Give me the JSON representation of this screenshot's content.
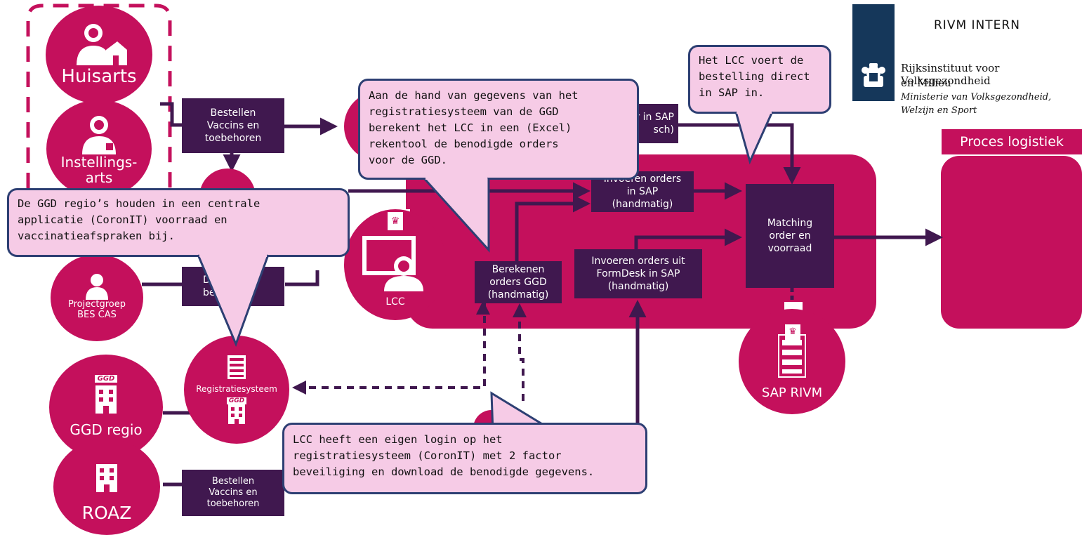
{
  "header": {
    "classification": "RIVM INTERN",
    "org_line1": "Rijksinstituut voor Volksgezondheid",
    "org_line2": "en Milieu",
    "ministry_line1": "Ministerie van Volksgezondheid,",
    "ministry_line2": "Welzijn en Sport"
  },
  "section_title": "Proces logistiek",
  "actors": {
    "huisarts": "Huisarts",
    "instellingsarts": "Instellings-\narts",
    "projectgroep": "Projectgroep\nBES CAS",
    "ggd_regio": "GGD regio",
    "roaz": "ROAZ",
    "registratiesysteem": "Registratiesysteem",
    "lcc": "LCC",
    "sap_rivm": "SAP RIVM",
    "ggd_badge": "GGD"
  },
  "process_boxes": {
    "bestellen_top": "Bestellen\nVaccins en\ntoebehoren",
    "bestellen_bottom": "Bestellen\nVaccins en\ntoebehoren",
    "invoeren_sap": "Invoeren orders\nin SAP\n(handmatig)",
    "sap_partial": "r in SAP\nsch)",
    "matching": "Matching\norder en\nvoorraad",
    "berekenen": "Berekenen\norders GGD\n(handmatig)",
    "formdesk": "Invoeren orders uit\nFormDesk in SAP\n(handmatig)",
    "partial_left": "D\nbe"
  },
  "callouts": {
    "coronit": "De GGD regio’s houden in een centrale\napplicatie (CoronIT) voorraad en\nvaccinatieafspraken bij.",
    "excel": "Aan de hand van gegevens van het\nregistratiesysteem van de GGD\nberekent het LCC in een (Excel)\nrekentool de benodigde orders\nvoor de GGD.",
    "sap_direct": "Het LCC voert de\nbestelling direct\nin SAP in.",
    "login": "LCC heeft een eigen login op het\nregistratiesysteem (CoronIT) met 2 factor\nbeveiliging en download de benodigde gegevens."
  },
  "colors": {
    "magenta": "#c4105c",
    "dark_purple": "#40184f",
    "callout_fill": "#f6cbe6",
    "callout_border": "#2d3f73",
    "logo_navy": "#15375a"
  }
}
